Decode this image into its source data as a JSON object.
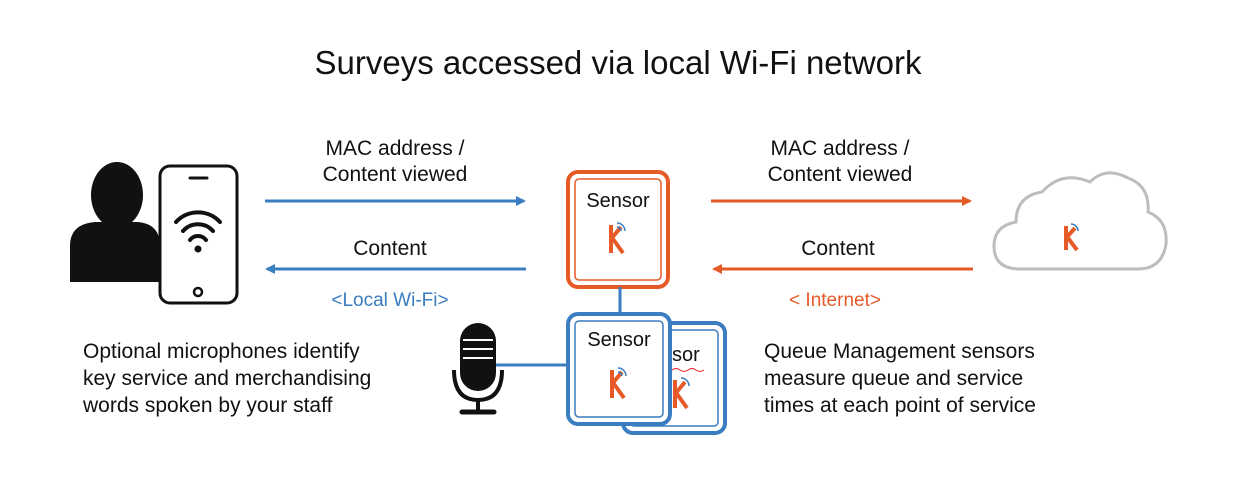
{
  "title": "Surveys accessed via local Wi-Fi network",
  "top_left_label": [
    "MAC address /",
    "Content viewed"
  ],
  "top_right_label": [
    "MAC address /",
    "Content viewed"
  ],
  "left_content_label": "Content",
  "right_content_label": "Content",
  "local_network_label": "<Local Wi-Fi>",
  "internet_label": "< Internet>",
  "sensor_main_label": "Sensor",
  "sensor_front_label": "Sensor",
  "sensor_back_label": "sor",
  "left_description": [
    "Optional microphones identify",
    "key service and merchandising",
    "words spoken by your staff"
  ],
  "right_description": [
    "Queue Management sensors",
    "measure queue and service",
    "times at each point of service"
  ],
  "colors": {
    "blue": "#3a7dc0",
    "orange": "#e65a28",
    "black": "#111111"
  },
  "icons": [
    "person-icon",
    "smartphone-icon",
    "wifi-icon",
    "microphone-icon",
    "cloud-icon",
    "logo-icon"
  ]
}
